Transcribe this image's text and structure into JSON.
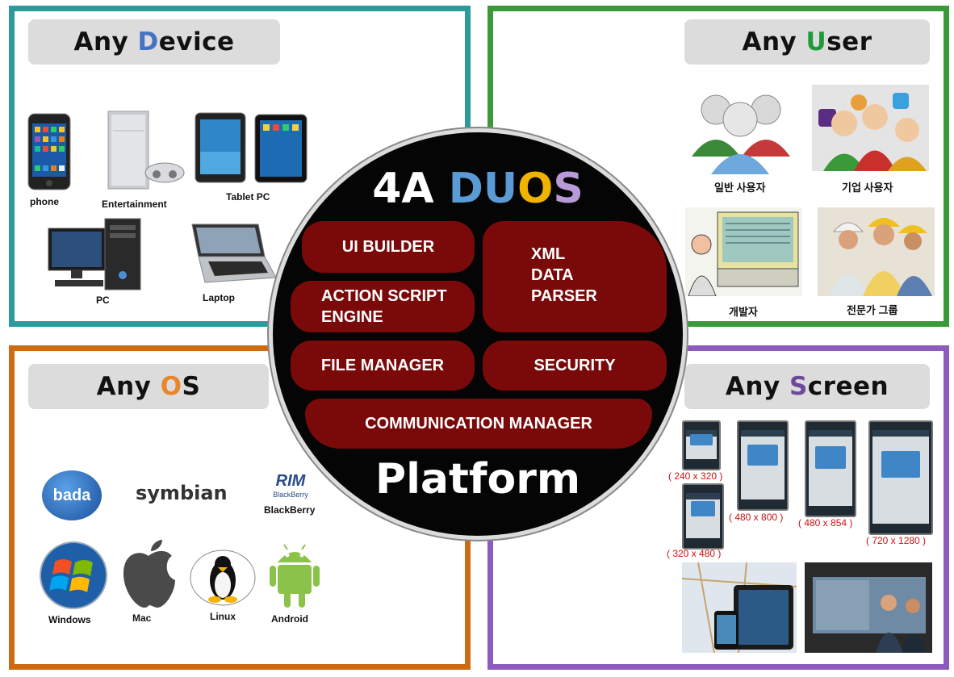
{
  "center": {
    "brand_prefix": "4A ",
    "brand_letters": [
      "D",
      "U",
      "O",
      "S"
    ],
    "brand_colors": [
      "#5b9bd5",
      "#5b9bd5",
      "#f0b400",
      "#b79ad8"
    ],
    "subtitle": "Platform",
    "modules": {
      "ui_builder": "UI BUILDER",
      "xml_parser_line1": "XML",
      "xml_parser_line2": "DATA",
      "xml_parser_line3": "PARSER",
      "action_script_line1": "ACTION SCRIPT",
      "action_script_line2": "ENGINE",
      "file_manager": "FILE MANAGER",
      "security": "SECURITY",
      "communication_manager": "COMMUNICATION MANAGER"
    }
  },
  "quadrants": {
    "device": {
      "title_pre": "Any ",
      "title_accent": "D",
      "title_post": "evice",
      "accent_color": "#4472c4",
      "items": [
        "phone",
        "Entertainment",
        "Tablet PC",
        "PC",
        "Laptop"
      ]
    },
    "user": {
      "title_pre": "Any ",
      "title_accent": "U",
      "title_post": "ser",
      "accent_color": "#1f9a3a",
      "items": [
        "일반 사용자",
        "기업 사용자",
        "개발자",
        "전문가 그룹"
      ]
    },
    "os": {
      "title_pre": "Any ",
      "title_accent": "O",
      "title_post": "S",
      "accent_color": "#e8862a",
      "logo_text": {
        "bada": "bada",
        "symbian": "symbian",
        "rim": "RIM",
        "blackberry_small": "BlackBerry"
      },
      "items": [
        "BlackBerry",
        "Windows",
        "Mac",
        "Linux",
        "Android"
      ]
    },
    "screen": {
      "title_pre": "Any ",
      "title_accent": "S",
      "title_post": "creen",
      "accent_color": "#6b4a9a",
      "resolutions": [
        "( 240 x 320 )",
        "( 480 x 800 )",
        "( 480 x 854 )",
        "( 720 x 1280 )",
        "( 320 x 480 )"
      ]
    }
  }
}
